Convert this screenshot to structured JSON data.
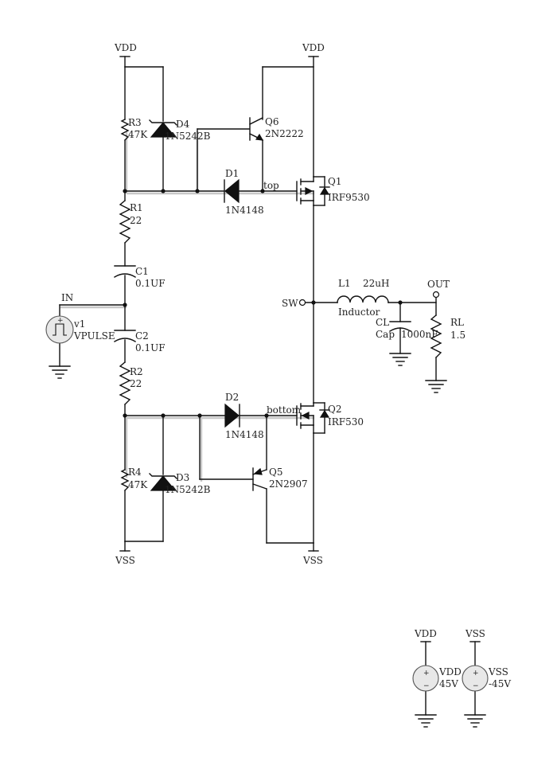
{
  "nets": {
    "vdd_left": "VDD",
    "vdd_right": "VDD",
    "vss_left": "VSS",
    "vss_right": "VSS",
    "vdd_src": "VDD",
    "vss_src": "VSS",
    "in": "IN",
    "sw": "SW",
    "out": "OUT",
    "top": "top",
    "bottom": "bottom"
  },
  "parts": {
    "r3": {
      "ref": "R3",
      "value": "47K"
    },
    "d4": {
      "ref": "D4",
      "value": "1N5242B"
    },
    "q6": {
      "ref": "Q6",
      "value": "2N2222"
    },
    "d1": {
      "ref": "D1",
      "value": "1N4148"
    },
    "q1": {
      "ref": "Q1",
      "value": "IRF9530"
    },
    "r1": {
      "ref": "R1",
      "value": "22"
    },
    "c1": {
      "ref": "C1",
      "value": "0.1UF"
    },
    "v1": {
      "ref": "v1",
      "value": "VPULSE"
    },
    "c2": {
      "ref": "C2",
      "value": "0.1UF"
    },
    "r2": {
      "ref": "R2",
      "value": "22"
    },
    "l1": {
      "ref": "L1",
      "value": "22uH",
      "type": "Inductor"
    },
    "cl": {
      "ref": "CL",
      "value": "1000nF",
      "type": "Cap"
    },
    "rl": {
      "ref": "RL",
      "value": "1.5"
    },
    "d2": {
      "ref": "D2",
      "value": "1N4148"
    },
    "q2": {
      "ref": "Q2",
      "value": "IRF530"
    },
    "q5": {
      "ref": "Q5",
      "value": "2N2907"
    },
    "r4": {
      "ref": "R4",
      "value": "47K"
    },
    "d3": {
      "ref": "D3",
      "value": "1N5242B"
    },
    "vdd_source": {
      "ref": "VDD",
      "value": "45V"
    },
    "vss_source": {
      "ref": "VSS",
      "value": "-45V"
    }
  },
  "symbols": {
    "plus": "+",
    "minus": "−"
  }
}
